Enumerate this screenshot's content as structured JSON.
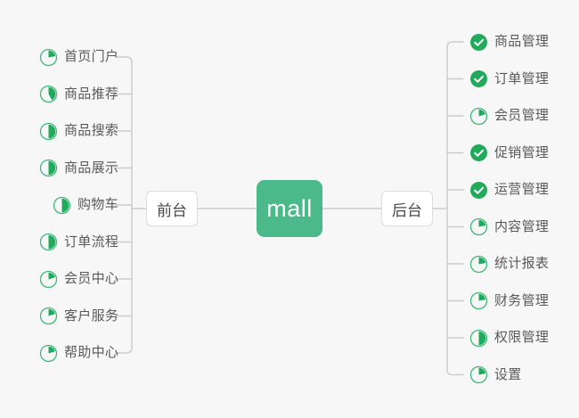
{
  "diagram": {
    "type": "mind-map",
    "background_color": "#f7f7f7",
    "line_color": "#cccccc",
    "text_color": "#5a5a5a",
    "center": {
      "label": "mall",
      "fill_color": "#4cb98a",
      "text_color": "#ffffff"
    },
    "branches": [
      {
        "id": "frontend",
        "label": "前台",
        "side": "left"
      },
      {
        "id": "backend",
        "label": "后台",
        "side": "right"
      }
    ],
    "icon_colors": {
      "ring": "#3fb97a",
      "wedge": "#1faa5c",
      "check_circle": "#22aa5c",
      "check_mark": "#ffffff"
    },
    "left_items": [
      {
        "label": "首页门户",
        "icon": "pie-progress-icon",
        "percent": 22
      },
      {
        "label": "商品推荐",
        "icon": "pie-progress-icon",
        "percent": 42
      },
      {
        "label": "商品搜索",
        "icon": "pie-progress-icon",
        "percent": 50
      },
      {
        "label": "商品展示",
        "icon": "pie-progress-icon",
        "percent": 50
      },
      {
        "label": "购物车",
        "icon": "pie-progress-icon",
        "percent": 50
      },
      {
        "label": "订单流程",
        "icon": "pie-progress-icon",
        "percent": 50
      },
      {
        "label": "会员中心",
        "icon": "pie-progress-icon",
        "percent": 20
      },
      {
        "label": "客户服务",
        "icon": "pie-progress-icon",
        "percent": 20
      },
      {
        "label": "帮助中心",
        "icon": "pie-progress-icon",
        "percent": 20
      }
    ],
    "right_items": [
      {
        "label": "商品管理",
        "icon": "check-circle-icon",
        "percent": 100
      },
      {
        "label": "订单管理",
        "icon": "check-circle-icon",
        "percent": 100
      },
      {
        "label": "会员管理",
        "icon": "pie-progress-icon",
        "percent": 20
      },
      {
        "label": "促销管理",
        "icon": "check-circle-icon",
        "percent": 100
      },
      {
        "label": "运营管理",
        "icon": "check-circle-icon",
        "percent": 100
      },
      {
        "label": "内容管理",
        "icon": "pie-progress-icon",
        "percent": 22
      },
      {
        "label": "统计报表",
        "icon": "pie-progress-icon",
        "percent": 22
      },
      {
        "label": "财务管理",
        "icon": "pie-progress-icon",
        "percent": 22
      },
      {
        "label": "权限管理",
        "icon": "pie-progress-icon",
        "percent": 50
      },
      {
        "label": "设置",
        "icon": "pie-progress-icon",
        "percent": 22
      }
    ]
  }
}
